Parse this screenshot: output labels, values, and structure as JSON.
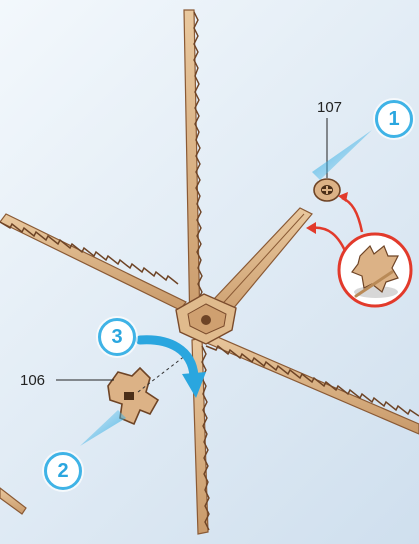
{
  "parts": {
    "part_107": "107",
    "part_106": "106"
  },
  "steps": {
    "step_1": "1",
    "step_2": "2",
    "step_3": "3"
  },
  "colors": {
    "wood": "#d9b58a",
    "wood_edge": "#8a5a35",
    "accent_blue": "#3fb3e6",
    "arrow_red": "#e23a2b"
  }
}
